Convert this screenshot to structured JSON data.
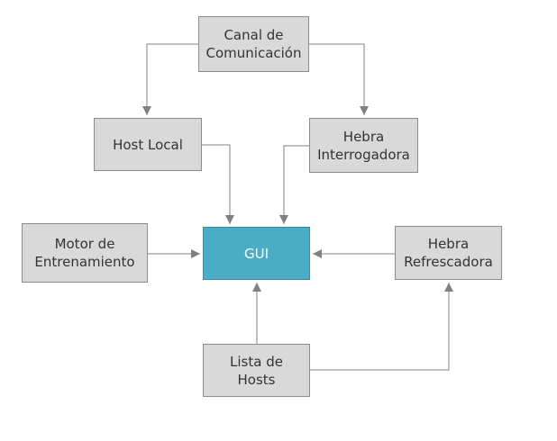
{
  "nodes": {
    "canal": "Canal de\nComunicación",
    "host_local": "Host Local",
    "hebra_interrogadora": "Hebra\nInterrogadora",
    "motor": "Motor de\nEntrenamiento",
    "gui": "GUI",
    "hebra_refrescadora": "Hebra\nRefrescadora",
    "lista": "Lista de\nHosts"
  },
  "edges": [
    {
      "from": "Canal de Comunicación",
      "to": "Host Local"
    },
    {
      "from": "Canal de Comunicación",
      "to": "Hebra Interrogadora"
    },
    {
      "from": "Host Local",
      "to": "GUI"
    },
    {
      "from": "Hebra Interrogadora",
      "to": "GUI"
    },
    {
      "from": "Motor de Entrenamiento",
      "to": "GUI"
    },
    {
      "from": "Hebra Refrescadora",
      "to": "GUI"
    },
    {
      "from": "Lista de Hosts",
      "to": "GUI"
    },
    {
      "from": "Lista de Hosts",
      "to": "Hebra Refrescadora"
    }
  ],
  "colors": {
    "node_fill": "#d9d9d9",
    "node_border": "#8c8c8c",
    "central_fill": "#4bacc6",
    "connector": "#808080"
  }
}
